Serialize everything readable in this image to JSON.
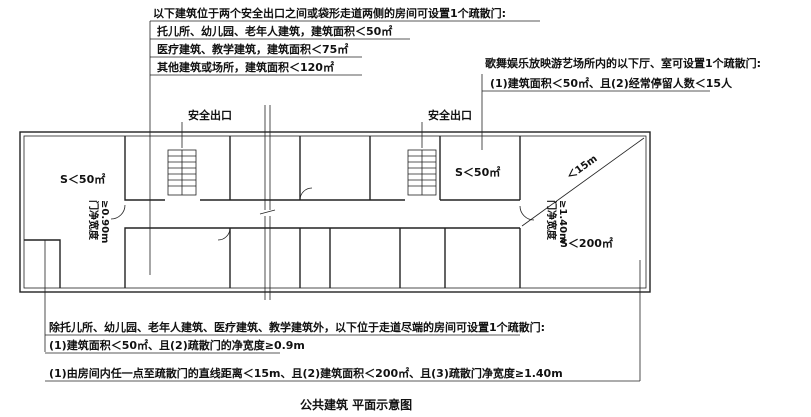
{
  "top_note": {
    "heading": "以下建筑位于两个安全出口之间或袋形走道两侧的房间可设置1个疏散门:",
    "items": [
      "托儿所、幼儿园、老年人建筑，建筑面积＜50㎡",
      "医疗建筑、教学建筑，建筑面积＜75㎡",
      "其他建筑或场所，建筑面积＜120㎡"
    ]
  },
  "right_note": {
    "heading": "歌舞娱乐放映游艺场所内的以下厅、室可设置1个疏散门:",
    "item": "(1)建筑面积＜50㎡、且(2)经常停留人数＜15人"
  },
  "bottom_note": {
    "heading": "除托儿所、幼儿园、老年人建筑、医疗建筑、教学建筑外，以下位于走道尽端的房间可设置1个疏散门:",
    "item": "(1)建筑面积＜50㎡、且(2)疏散门的净宽度≥0.9m"
  },
  "end_room_note": "(1)由房间内任一点至疏散门的直线距离＜15m、且(2)建筑面积＜200㎡、且(3)疏散门净宽度≥1.40m",
  "plan": {
    "exit_left": "安全出口",
    "exit_right": "安全出口",
    "room_left_area": "S＜50㎡",
    "room_mid_area": "S＜50㎡",
    "room_right_area": "S＜200㎡",
    "door_left": "门净宽度",
    "door_left_value": "≥0.90m",
    "door_right": "门净宽度",
    "door_right_value": "≥1.40m",
    "distance": "＜15m"
  },
  "caption": "公共建筑  平面示意图"
}
